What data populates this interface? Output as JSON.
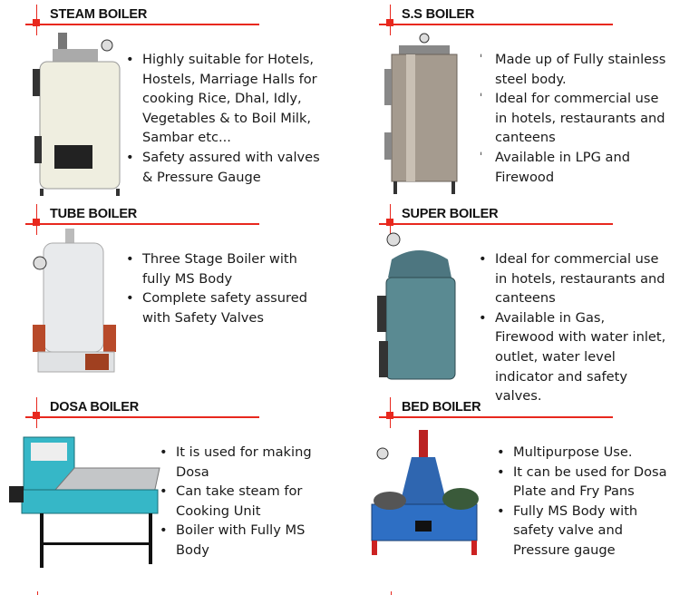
{
  "products": [
    {
      "title": "STEAM BOILER",
      "bullets": [
        "Highly suitable for Hotels, Hostels, Marriage Halls for cooking Rice, Dhal, Idly, Vegetables & to Boil Milk, Sambar etc...",
        "Safety assured with valves & Pressure Gauge"
      ]
    },
    {
      "title": "S.S BOILER",
      "bullets": [
        "Made up of Fully stainless steel body.",
        "Ideal for commercial use in hotels, restaurants and canteens",
        "Available in LPG and Firewood"
      ]
    },
    {
      "title": "TUBE BOILER",
      "bullets": [
        "Three Stage Boiler with fully MS Body",
        "Complete safety assured with Safety Valves"
      ]
    },
    {
      "title": "SUPER BOILER",
      "bullets": [
        "Ideal for commercial use in hotels, restaurants and canteens",
        "Available in Gas, Firewood with water inlet, outlet, water level indicator and safety valves."
      ]
    },
    {
      "title": "DOSA BOILER",
      "bullets": [
        "It is used for making Dosa",
        "Can take steam for Cooking Unit",
        "Boiler with Fully MS Body"
      ]
    },
    {
      "title": "BED BOILER",
      "bullets": [
        "Multipurpose Use.",
        "It can be used for Dosa Plate and Fry Pans",
        "Fully MS Body with safety valve and Pressure gauge"
      ]
    }
  ],
  "colors": {
    "accent": "#e8281e"
  }
}
